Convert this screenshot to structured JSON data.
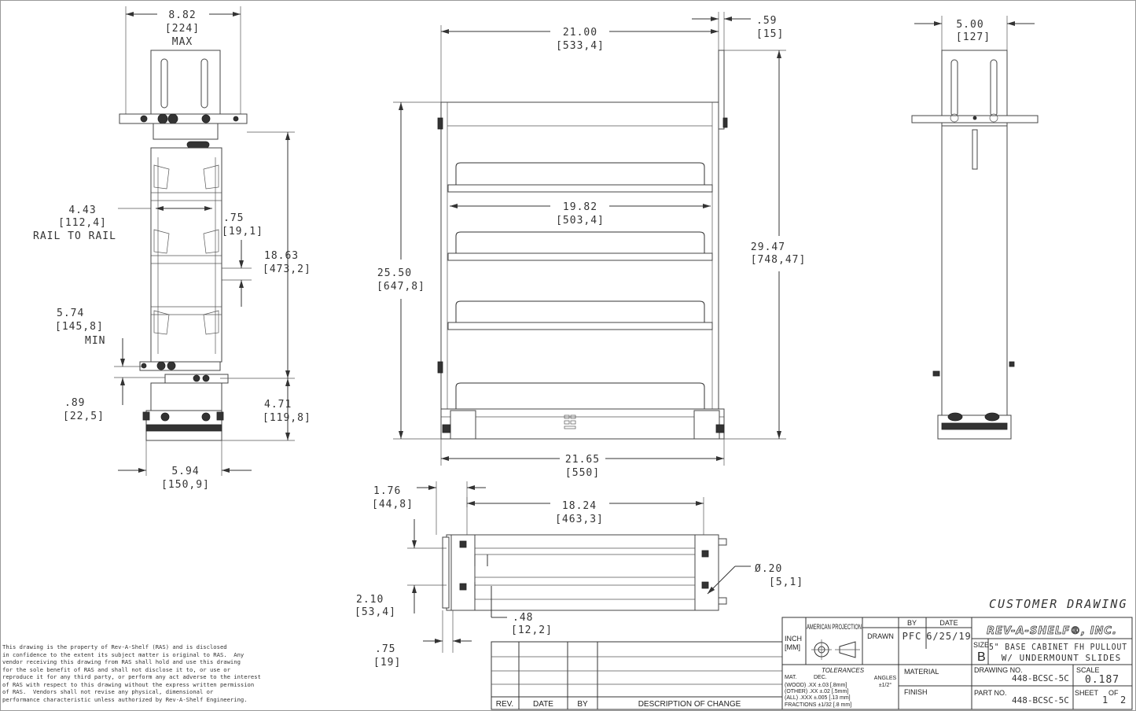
{
  "dims": {
    "left_width": {
      "value": "8.82",
      "metric": "[224]",
      "note": "MAX"
    },
    "rail_to_rail": {
      "value": "4.43",
      "metric": "[112,4]",
      "note": "RAIL TO RAIL"
    },
    "left_075": {
      "value": ".75",
      "metric": "[19,1]"
    },
    "left_1863": {
      "value": "18.63",
      "metric": "[473,2]"
    },
    "left_574": {
      "value": "5.74",
      "metric": "[145,8]",
      "note": "MIN"
    },
    "left_089": {
      "value": ".89",
      "metric": "[22,5]"
    },
    "left_471": {
      "value": "4.71",
      "metric": "[119,8]"
    },
    "left_594": {
      "value": "5.94",
      "metric": "[150,9]"
    },
    "front_2100": {
      "value": "21.00",
      "metric": "[533,4]"
    },
    "front_059": {
      "value": ".59",
      "metric": "[15]"
    },
    "front_1982": {
      "value": "19.82",
      "metric": "[503,4]"
    },
    "front_2550": {
      "value": "25.50",
      "metric": "[647,8]"
    },
    "front_2947": {
      "value": "29.47",
      "metric": "[748,47]"
    },
    "front_2165": {
      "value": "21.65",
      "metric": "[550]"
    },
    "side_500": {
      "value": "5.00",
      "metric": "[127]"
    },
    "bottom_176": {
      "value": "1.76",
      "metric": "[44,8]"
    },
    "bottom_1824": {
      "value": "18.24",
      "metric": "[463,3]"
    },
    "bottom_dia": {
      "value": "Ø.20",
      "metric": "[5,1]"
    },
    "bottom_210": {
      "value": "2.10",
      "metric": "[53,4]"
    },
    "bottom_048": {
      "value": ".48",
      "metric": "[12,2]"
    },
    "bottom_075": {
      "value": ".75",
      "metric": "[19]"
    }
  },
  "customer_drawing": "CUSTOMER DRAWING",
  "notice": "This drawing is the property of Rev-A-Shelf (RAS) and is disclosed\nin confidence to the extent its subject matter is original to RAS.  Any\nvendor receiving this drawing from RAS shall hold and use this drawing\nfor the sole benefit of RAS and shall not disclose it to, or use or\nreproduce it for any third party, or perform any act adverse to the interest\nof RAS with respect to this drawing without the express written permission\nof RAS.  Vendors shall not revise any physical, dimensional or\nperformance characteristic unless authorized by Rev-A-Shelf Engineering.",
  "revisions": {
    "rev": "REV.",
    "date": "DATE",
    "by": "BY",
    "description": "DESCRIPTION OF CHANGE"
  },
  "title_block": {
    "inch": "INCH",
    "mm": "[MM]",
    "projection": "AMERICAN PROJECTION",
    "by_label": "BY",
    "date_label": "DATE",
    "drawn_label": "DRAWN",
    "drawn_by": "PFC",
    "drawn_date": "6/25/19",
    "logo": "REV-A-SHELF®, INC.",
    "size_label": "SIZE",
    "size_value": "B",
    "title_line1": "5\" BASE CABINET FH PULLOUT",
    "title_line2": "W/ UNDERMOUNT SLIDES",
    "tolerances": "TOLERANCES",
    "mat_label": "MAT.",
    "dec_label": "DEC.",
    "tol_wood": "(WOOD) .XX ±.03 [.8mm]",
    "tol_other": "(OTHER) .XX ±.02 [.5mm]",
    "tol_all": "(ALL) .XXX ±.005 [.13 mm]",
    "tol_frac": "FRACTIONS ±1/32 [.8 mm]",
    "angles_label": "ANGLES",
    "angles_value": "±1/2°",
    "material_label": "MATERIAL",
    "finish_label": "FINISH",
    "drawing_no_label": "DRAWING NO.",
    "drawing_no": "448-BCSC-5C",
    "scale_label": "SCALE",
    "scale_value": "0.187",
    "part_no_label": "PART NO.",
    "part_no": "448-BCSC-5C",
    "sheet_label": "SHEET",
    "sheet_value": "1",
    "of_label": "OF",
    "of_value": "2"
  }
}
